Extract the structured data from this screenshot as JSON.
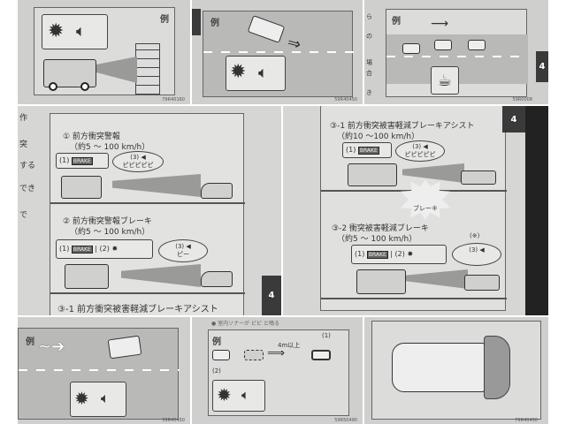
{
  "panels": {
    "p1": {
      "example": "例",
      "code": "79R40160"
    },
    "p2": {
      "example": "例",
      "code": "59R40450"
    },
    "p3": {
      "example": "例",
      "code": "59R0008",
      "side_text": [
        "ら",
        "の",
        "場",
        "合",
        "き"
      ],
      "tab": "4"
    },
    "p4": {
      "side_text": [
        "作",
        "突",
        "する",
        "でき",
        "で"
      ],
      "s1_title": "① 前方衝突警報",
      "s1_speed": "（約5 ～ 100 km/h）",
      "s1_label1": "(1)",
      "s1_brake": "BRAKE",
      "s1_label3": "(3)",
      "s1_sound": "ピピピピピ",
      "s2_title": "② 前方衝突警報ブレーキ",
      "s2_speed": "（約5 ～ 100 km/h）",
      "s2_label1": "(1)",
      "s2_brake": "BRAKE",
      "s2_label2": "(2)",
      "s2_label3": "(3)",
      "s2_sound": "ピー",
      "s3_title": "③-1 前方衝突被害軽減ブレーキアシスト",
      "tab": "4"
    },
    "p5": {
      "s1_title": "③-1 前方衝突被害軽減ブレーキアシスト",
      "s1_speed": "（約10 ～100 km/h）",
      "s1_label1": "(1)",
      "s1_brake": "BRAKE",
      "s1_label3": "(3)",
      "s1_sound": "ピピピピピ",
      "burst_text": "ブレーキ",
      "s2_title": "③-2 衝突被害軽減ブレーキ",
      "s2_speed": "（約5 ～ 100 km/h）",
      "note": "(※)",
      "s2_label1": "(1)",
      "s2_brake": "BRAKE",
      "s2_label2": "(2)",
      "s2_label3": "(3)",
      "tab": "4"
    },
    "p6": {
      "example": "例",
      "code": "59R40450"
    },
    "p7": {
      "header": "● 室内ソナーが ピピ と鳴る",
      "example": "例",
      "label1": "(1)",
      "distance": "4m以上",
      "label2": "(2)",
      "code": "59R50490"
    },
    "p8": {
      "code": "79R40450"
    }
  },
  "colors": {
    "page": "#cfcfcd",
    "figure": "#dcdcda",
    "tab": "#3a3a3a"
  }
}
